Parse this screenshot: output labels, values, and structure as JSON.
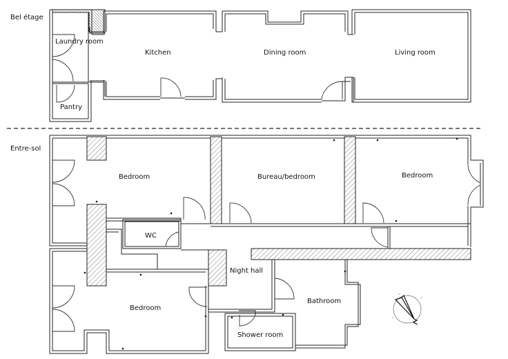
{
  "floors": [
    {
      "label": "Bel étage"
    },
    {
      "label": "Entre-sol"
    }
  ],
  "rooms": {
    "laundry": "Laundry room",
    "pantry": "Pantry",
    "kitchen": "Kitchen",
    "dining": "Dining room",
    "living": "Living room",
    "bedroom_nw": "Bedroom",
    "bureau": "Bureau/bedroom",
    "bedroom_ne": "Bedroom",
    "wc": "WC",
    "night_hall": "Night hall",
    "bedroom_sw": "Bedroom",
    "bathroom": "Bathroom",
    "shower": "Shower room"
  },
  "symbols": {
    "north_arrow": "north-arrow-icon",
    "separator": "dashed-line"
  },
  "colors": {
    "wall_stroke": "#222222",
    "background": "#ffffff"
  }
}
